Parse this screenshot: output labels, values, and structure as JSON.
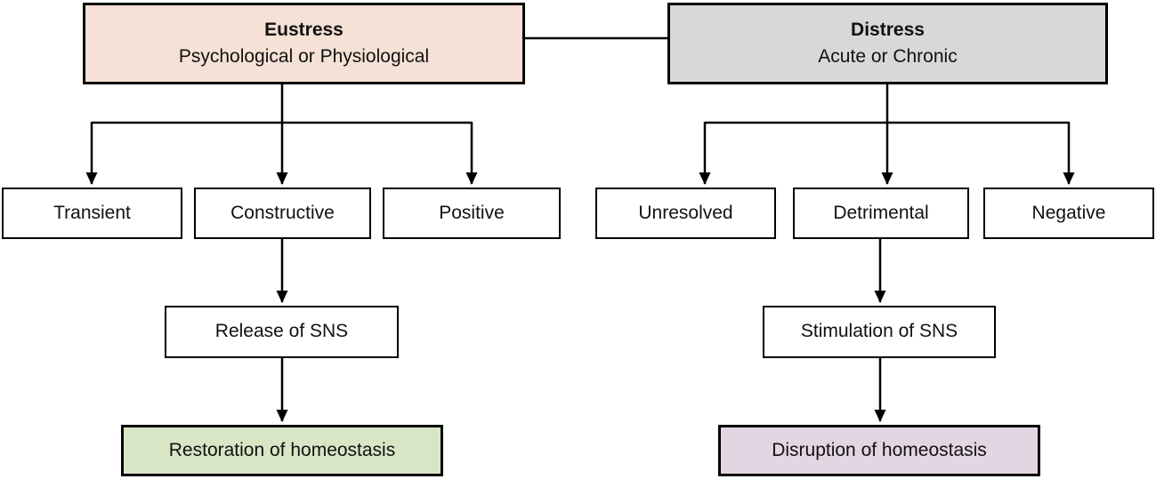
{
  "diagram": {
    "background_color": "#ffffff",
    "line_color": "#000000",
    "nodes": {
      "eustress": {
        "title": "Eustress",
        "subtitle": "Psychological or Physiological",
        "fill": "#f5e1d5"
      },
      "distress": {
        "title": "Distress",
        "subtitle": "Acute or Chronic",
        "fill": "#d8d8d8"
      },
      "transient": {
        "label": "Transient",
        "fill": "#ffffff"
      },
      "constructive": {
        "label": "Constructive",
        "fill": "#ffffff"
      },
      "positive": {
        "label": "Positive",
        "fill": "#ffffff"
      },
      "unresolved": {
        "label": "Unresolved",
        "fill": "#ffffff"
      },
      "detrimental": {
        "label": "Detrimental",
        "fill": "#ffffff"
      },
      "negative": {
        "label": "Negative",
        "fill": "#ffffff"
      },
      "release_sns": {
        "label": "Release of SNS",
        "fill": "#ffffff"
      },
      "stimulation_sns": {
        "label": "Stimulation of SNS",
        "fill": "#ffffff"
      },
      "restoration": {
        "label": "Restoration of homeostasis",
        "fill": "#d8e6c6"
      },
      "disruption": {
        "label": "Disruption of homeostasis",
        "fill": "#e4d5e3"
      }
    }
  }
}
